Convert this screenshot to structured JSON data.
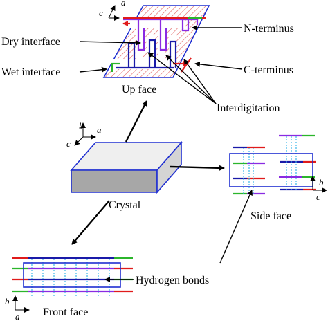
{
  "labels": {
    "dry_interface": "Dry interface",
    "wet_interface": "Wet interface",
    "n_terminus": "N-terminus",
    "c_terminus": "C-terminus",
    "interdigitation": "Interdigitation",
    "up_face": "Up face",
    "crystal": "Crystal",
    "side_face": "Side face",
    "hydrogen_bonds": "Hydrogen bonds",
    "front_face": "Front face"
  },
  "axes": {
    "up": {
      "first": "c",
      "second": "a"
    },
    "crystal": {
      "b": "b",
      "a": "a",
      "c": "c"
    },
    "side": {
      "b": "b",
      "c": "c"
    },
    "front": {
      "b": "b",
      "a": "a"
    }
  },
  "colors": {
    "strand_red": "#e01b1b",
    "strand_blue": "#1a1aa8",
    "strand_green": "#2bb52b",
    "strand_purple": "#8a2be2",
    "hbond": "#39b6e8",
    "box": "#1f2fd1",
    "hatch": "#e05a5a",
    "crystal_top": "#efefef",
    "crystal_front": "#a7a7a7"
  }
}
